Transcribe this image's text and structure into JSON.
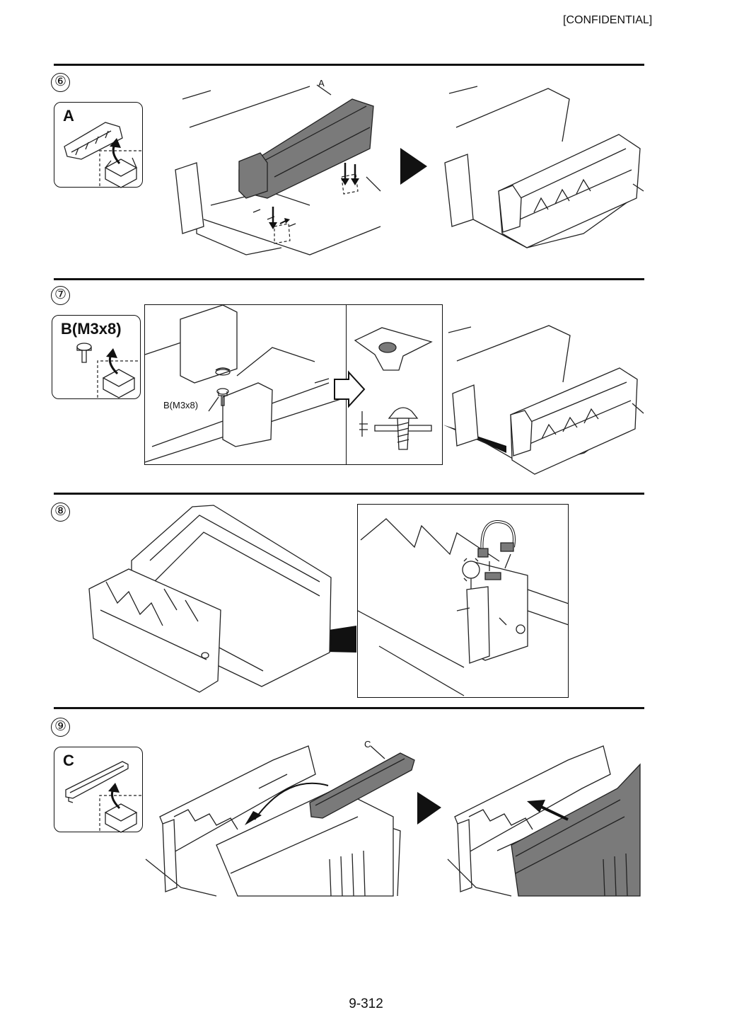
{
  "header": {
    "confidential_label": "[CONFIDENTIAL]"
  },
  "steps": [
    {
      "number": "⑥",
      "part_label": "A",
      "callout": "A"
    },
    {
      "number": "⑦",
      "part_label": "B(M3x8)",
      "callout": "B(M3x8)"
    },
    {
      "number": "⑧"
    },
    {
      "number": "⑨",
      "part_label": "C",
      "callout": "C"
    }
  ],
  "footer": {
    "page_number": "9-312"
  },
  "colors": {
    "line": "#111111",
    "highlight_part": "#7a7a7a",
    "background": "#ffffff"
  }
}
